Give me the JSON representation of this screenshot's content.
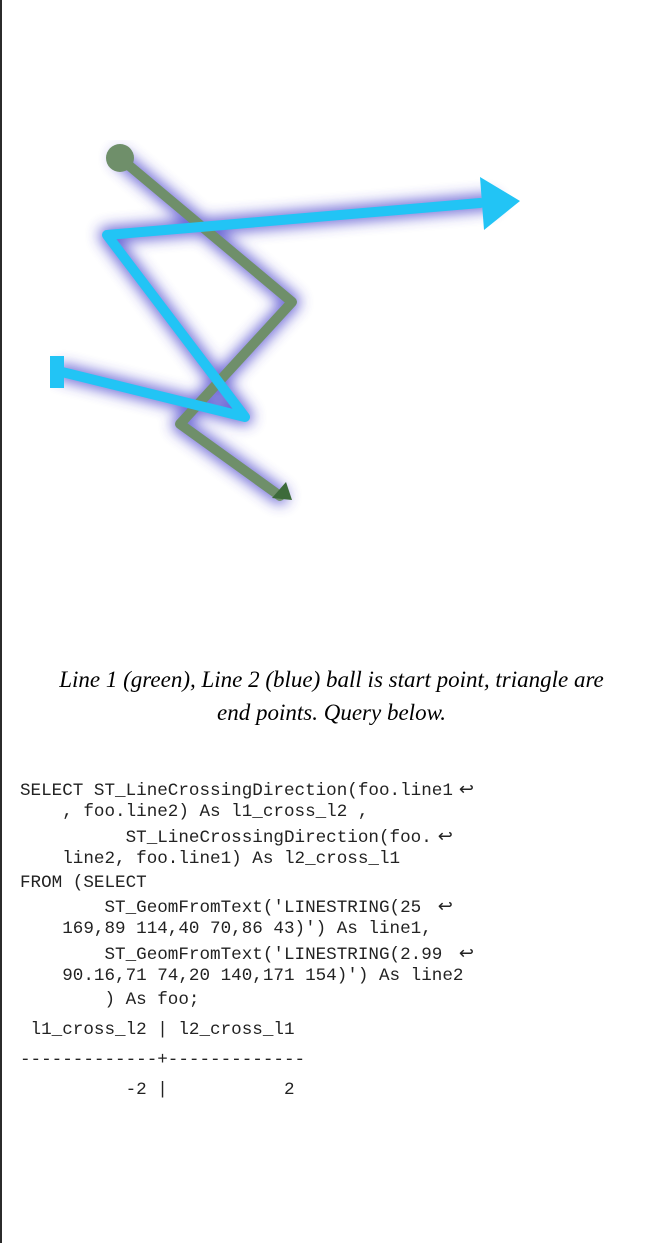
{
  "figure": {
    "line1_color": "#6f8f6a",
    "line2_color": "#22c4f5",
    "glow_color": "#3a36c8"
  },
  "caption": {
    "line1": "Line 1 (green), Line 2 (blue) ball is start point, triangle are",
    "line2": "end points. Query below."
  },
  "code": {
    "lines": [
      "SELECT ST_LineCrossingDirection(foo.line1",
      "    , foo.line2) As l1_cross_l2 ,",
      "          ST_LineCrossingDirection(foo.",
      "    line2, foo.line1) As l2_cross_l1",
      "FROM (SELECT",
      "        ST_GeomFromText('LINESTRING(25 ",
      "    169,89 114,40 70,86 43)') As line1,",
      "        ST_GeomFromText('LINESTRING(2.99 ",
      "    90.16,71 74,20 140,171 154)') As line2",
      "        ) As foo;"
    ],
    "wrap_marker": "↩"
  },
  "result": {
    "header": " l1_cross_l2 | l2_cross_l1",
    "separator": "-------------+-------------",
    "row": "          -2 |           2"
  }
}
